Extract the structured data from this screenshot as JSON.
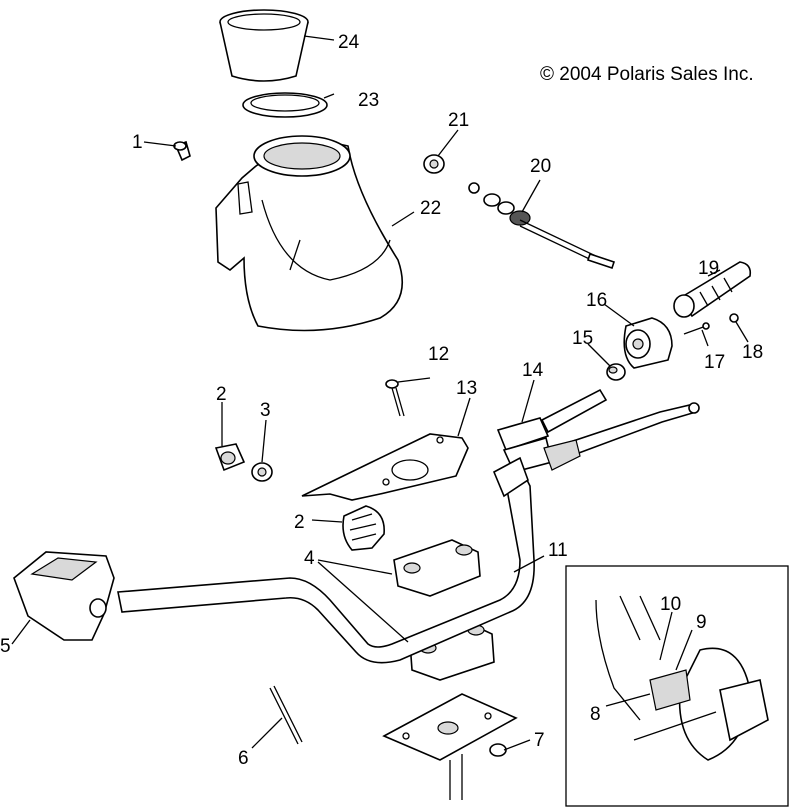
{
  "copyright": "© 2004 Polaris Sales Inc.",
  "callouts": [
    {
      "id": "1",
      "text": "1"
    },
    {
      "id": "2a",
      "text": "2"
    },
    {
      "id": "2b",
      "text": "2"
    },
    {
      "id": "3",
      "text": "3"
    },
    {
      "id": "4",
      "text": "4"
    },
    {
      "id": "5",
      "text": "5"
    },
    {
      "id": "6",
      "text": "6"
    },
    {
      "id": "7",
      "text": "7"
    },
    {
      "id": "8",
      "text": "8"
    },
    {
      "id": "9",
      "text": "9"
    },
    {
      "id": "10",
      "text": "10"
    },
    {
      "id": "11",
      "text": "11"
    },
    {
      "id": "12",
      "text": "12"
    },
    {
      "id": "13",
      "text": "13"
    },
    {
      "id": "14",
      "text": "14"
    },
    {
      "id": "15",
      "text": "15"
    },
    {
      "id": "16",
      "text": "16"
    },
    {
      "id": "17",
      "text": "17"
    },
    {
      "id": "18",
      "text": "18"
    },
    {
      "id": "19",
      "text": "19"
    },
    {
      "id": "20",
      "text": "20"
    },
    {
      "id": "21",
      "text": "21"
    },
    {
      "id": "22",
      "text": "22"
    },
    {
      "id": "23",
      "text": "23"
    },
    {
      "id": "24",
      "text": "24"
    }
  ]
}
